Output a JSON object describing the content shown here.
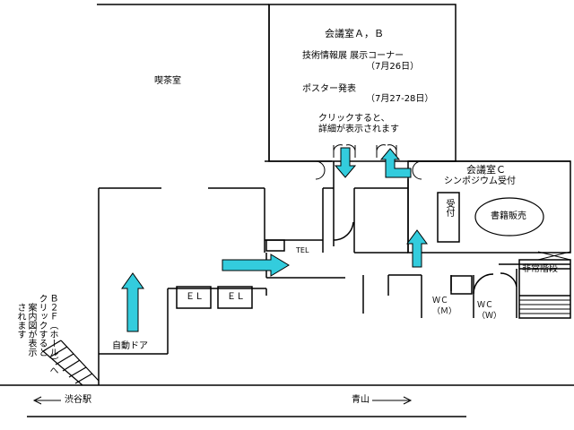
{
  "rooms": {
    "cafe": "喫茶室",
    "meeting_ab": {
      "title": "会議室Ａ，Ｂ",
      "exhibit": "技術情報展  展示コーナー",
      "exhibit_date": "（7月26日）",
      "poster": "ポスター発表",
      "poster_date": "（7月27-28日）",
      "click_line1": "クリックすると、",
      "click_line2": "詳細が表示されます"
    },
    "meeting_c": {
      "title": "会議室Ｃ",
      "subtitle": "シンポジウム受付",
      "reception": "受付",
      "books": "書籍販売"
    }
  },
  "facilities": {
    "tel": "TEL",
    "el1": "ＥＬ",
    "el2": "ＥＬ",
    "emergency": "非常階段",
    "wc_m": "ＷＣ\n（Ｍ）",
    "wc_w": "ＷＣ\n（Ｗ）",
    "auto_door": "自動ドア"
  },
  "b2f": {
    "col1": "Ｂ２Ｆ（ホール）へ",
    "col2": "クリックすると",
    "col3": "案内図が表示",
    "col4": "されます"
  },
  "directions": {
    "left": "渋谷駅",
    "right": "青山"
  },
  "colors": {
    "arrow": "#33ccdd",
    "line": "#000000"
  }
}
